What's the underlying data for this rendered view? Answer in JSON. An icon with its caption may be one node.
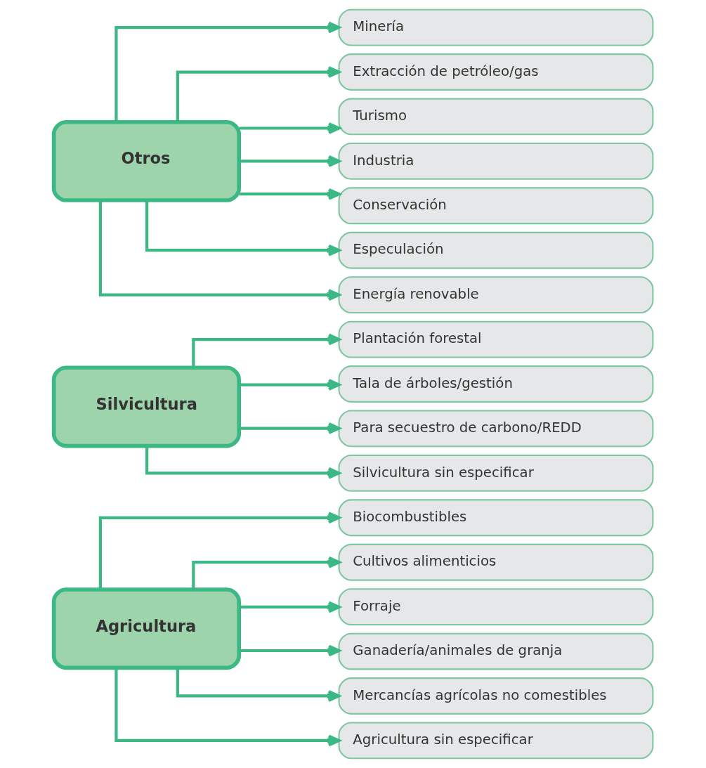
{
  "diagram": {
    "nodes": [
      {
        "text": [
          "Agricultura"
        ]
      },
      {
        "text": [
          "Biocombustibles"
        ]
      },
      {
        "text": [
          "Cultivos alimenticios"
        ]
      },
      {
        "text": [
          "Forraje"
        ]
      },
      {
        "text": [
          "Ganadería/animales de granja"
        ]
      },
      {
        "text": [
          "Mercancías agrícolas no comestibles"
        ]
      },
      {
        "text": [
          "Agricultura sin especificar"
        ]
      },
      {
        "text": [
          "Silvicultura"
        ]
      },
      {
        "text": [
          "Plantación forestal"
        ]
      },
      {
        "text": [
          "Tala de árboles/gestión"
        ]
      },
      {
        "text": [
          "Para secuestro de carbono/REDD"
        ]
      },
      {
        "text": [
          "Silvicultura sin especificar"
        ]
      },
      {
        "text": [
          "Otros"
        ]
      },
      {
        "text": [
          "Minería"
        ]
      },
      {
        "text": [
          "Extracción de petróleo/gas"
        ]
      },
      {
        "text": [
          "Turismo"
        ]
      },
      {
        "text": [
          "Industria"
        ]
      },
      {
        "text": [
          "Conservación"
        ]
      },
      {
        "text": [
          "Especulación"
        ]
      },
      {
        "text": [
          "Energía renovable"
        ]
      }
    ],
    "edges": [
      {
        "from": 0,
        "to": 1,
        "arrow": "to"
      },
      {
        "from": 0,
        "to": 2,
        "arrow": "to"
      },
      {
        "from": 0,
        "to": 3,
        "arrow": "to"
      },
      {
        "from": 0,
        "to": 4,
        "arrow": "to"
      },
      {
        "from": 0,
        "to": 5,
        "arrow": "to"
      },
      {
        "from": 0,
        "to": 6,
        "arrow": "to"
      },
      {
        "from": 7,
        "to": 8,
        "arrow": "to"
      },
      {
        "from": 7,
        "to": 9,
        "arrow": "to"
      },
      {
        "from": 7,
        "to": 10,
        "arrow": "to"
      },
      {
        "from": 7,
        "to": 11,
        "arrow": "to"
      },
      {
        "from": 12,
        "to": 13,
        "arrow": "to"
      },
      {
        "from": 12,
        "to": 14,
        "arrow": "to"
      },
      {
        "from": 12,
        "to": 15,
        "arrow": "to"
      },
      {
        "from": 12,
        "to": 16,
        "arrow": "to"
      },
      {
        "from": 12,
        "to": 17,
        "arrow": "to"
      },
      {
        "from": 12,
        "to": 18,
        "arrow": "to"
      },
      {
        "from": 12,
        "to": 19,
        "arrow": "to"
      }
    ]
  }
}
